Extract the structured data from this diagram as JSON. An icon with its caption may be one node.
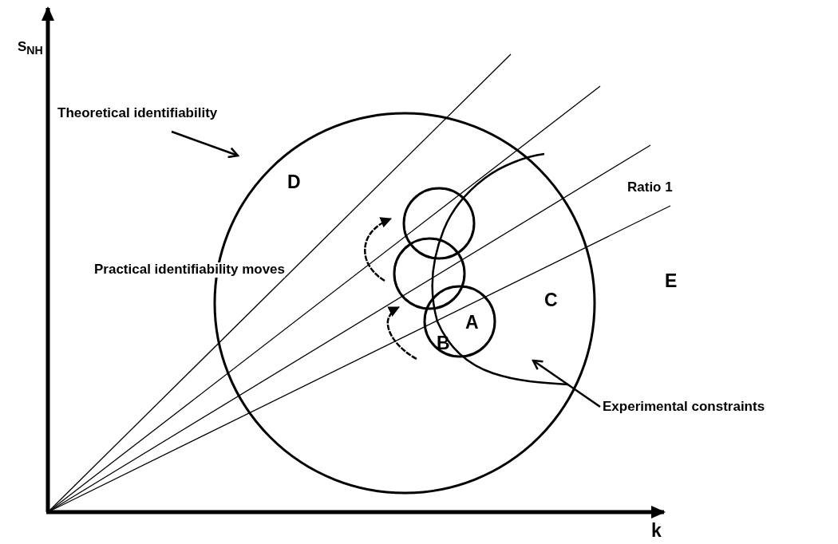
{
  "diagram": {
    "nodes": [
      {
        "text": [
          "Theoretical identifiability"
        ]
      },
      {
        "text": [],
        "shape": "circle"
      },
      {
        "text": [
          "Experimental constraints"
        ]
      },
      {
        "text": [],
        "shape": "curve",
        "in": 1
      },
      {
        "text": [],
        "shape": "circle",
        "in": 1
      },
      {
        "text": [],
        "shape": "circle",
        "in": 1
      },
      {
        "text": [],
        "shape": "circle",
        "in": 1
      }
    ],
    "edges": [
      {
        "from": 0,
        "to": 1,
        "arrow": "to"
      },
      {
        "from": 2,
        "to": 3,
        "arrow": "to"
      }
    ],
    "labels": [
      "S$_{NH}$",
      "D",
      "Ratio 1",
      "Practical identifiability moves",
      "E",
      "C",
      "A",
      "B",
      "k"
    ]
  }
}
